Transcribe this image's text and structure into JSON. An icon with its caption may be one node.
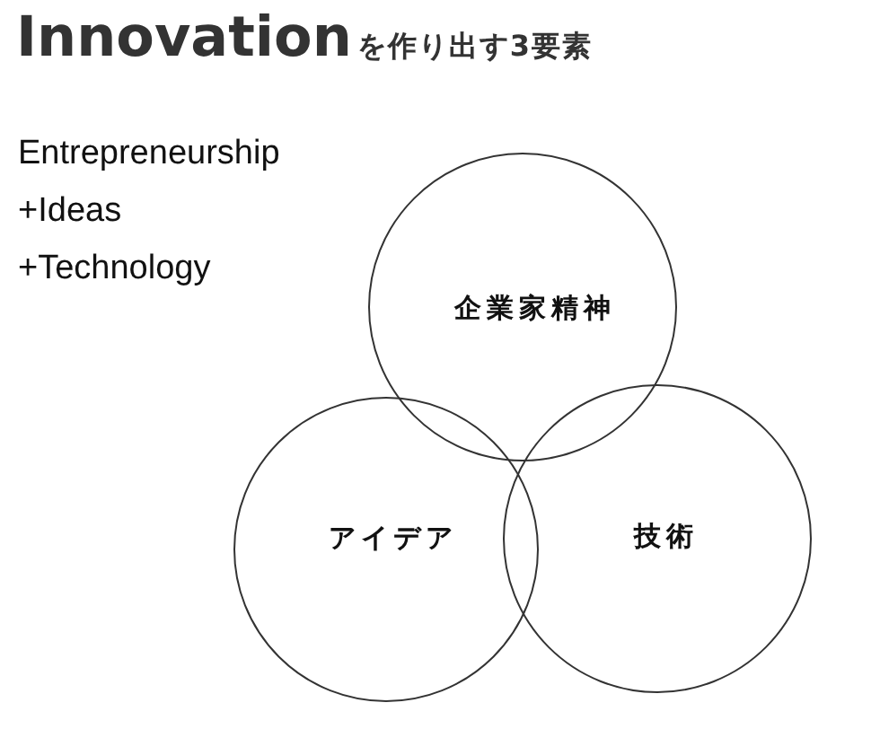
{
  "diagram": {
    "title": "**Innovation**を作り出す3要素",
    "nodes": [
      {
        "text": [
          "企業家精神"
        ]
      },
      {
        "text": [
          "アイデア"
        ]
      },
      {
        "text": [
          "技術"
        ]
      }
    ],
    "labels": [
      "Entrepreneurship +Ideas +Technology"
    ]
  }
}
